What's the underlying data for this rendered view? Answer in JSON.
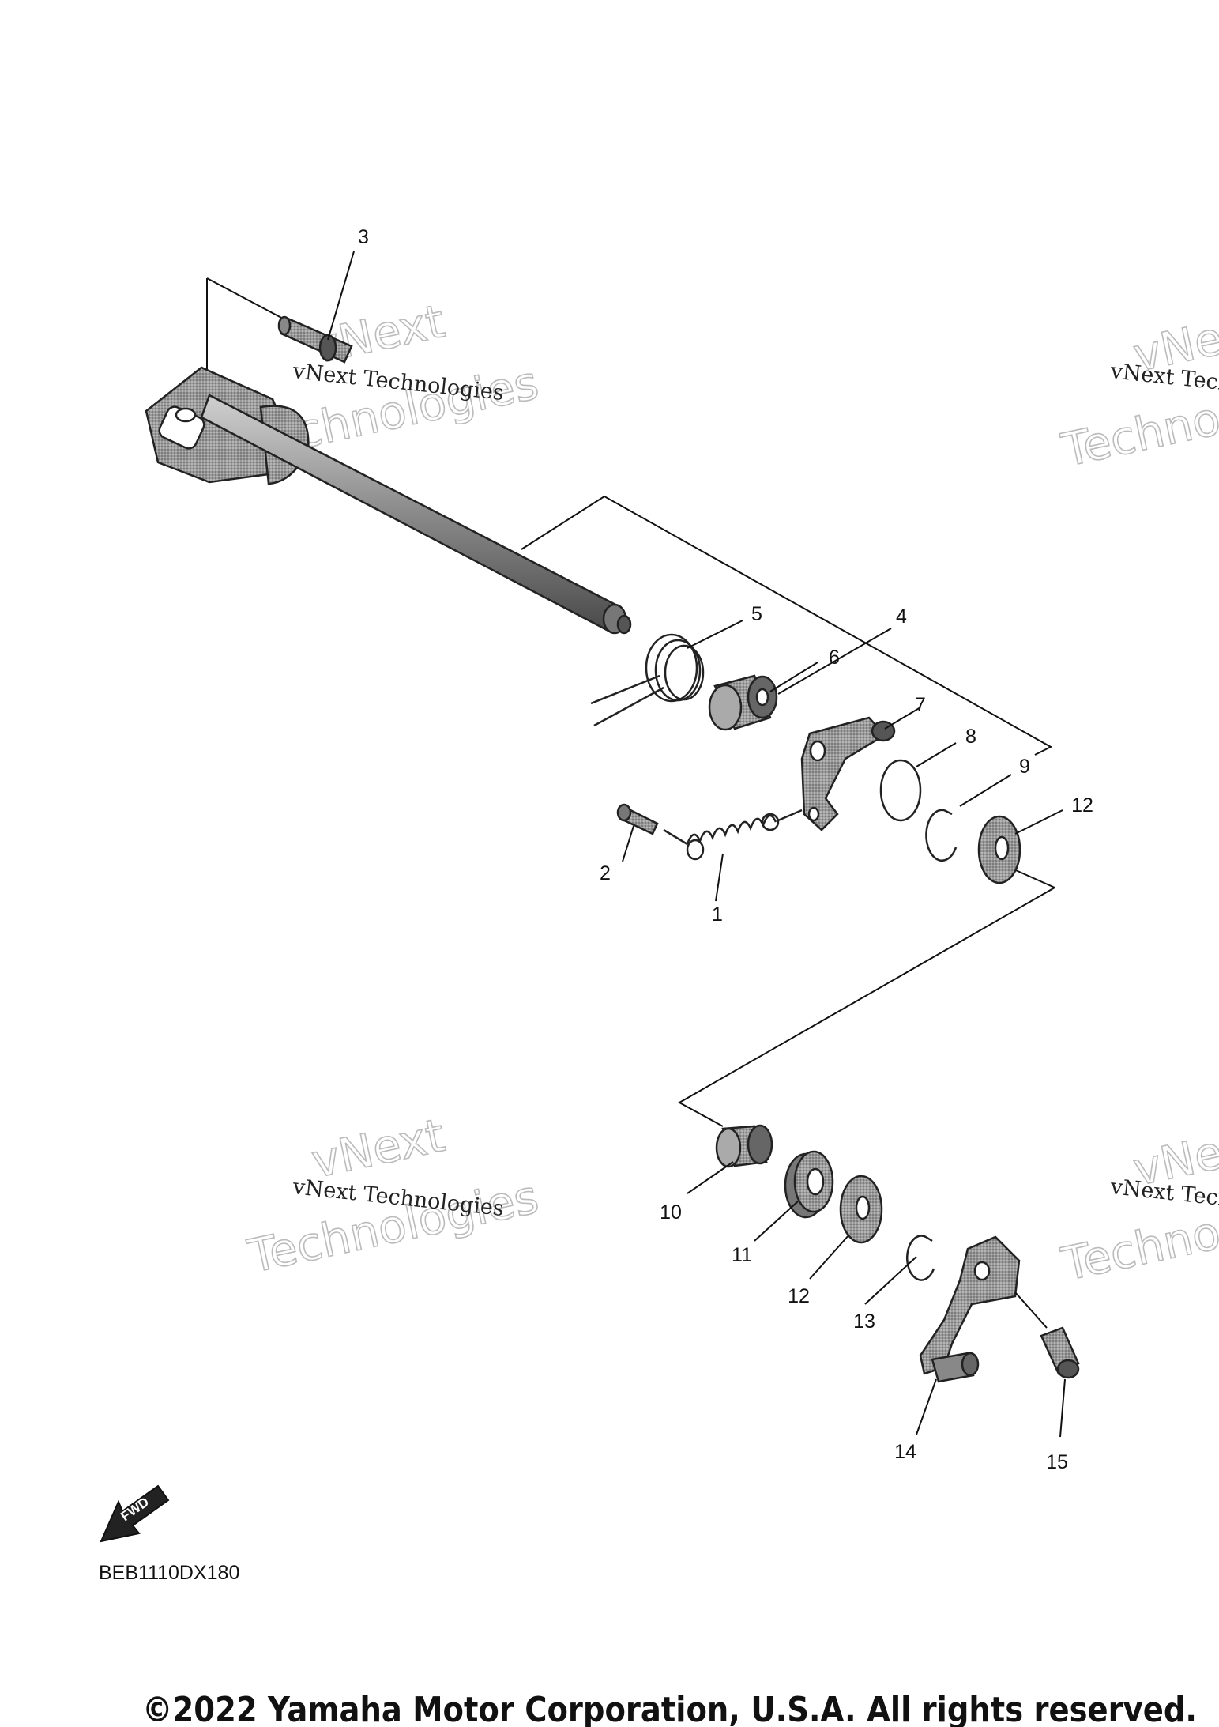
{
  "diagram": {
    "code": "BEB1110DX180",
    "copyright": "©2022 Yamaha Motor Corporation, U.S.A. All rights reserved.",
    "fwd_label": "FWD",
    "watermark": {
      "line": "vNext Technologies",
      "big_top": "vNext",
      "big_bottom": "Technologies"
    },
    "callouts": [
      "1",
      "2",
      "3",
      "4",
      "5",
      "6",
      "7",
      "8",
      "9",
      "12",
      "10",
      "11",
      "12",
      "13",
      "14",
      "15"
    ],
    "colors": {
      "ink": "#111111",
      "part_fill": "#8c8c8c",
      "watermark_outline": "#bbbbbb",
      "background": "#ffffff"
    }
  }
}
